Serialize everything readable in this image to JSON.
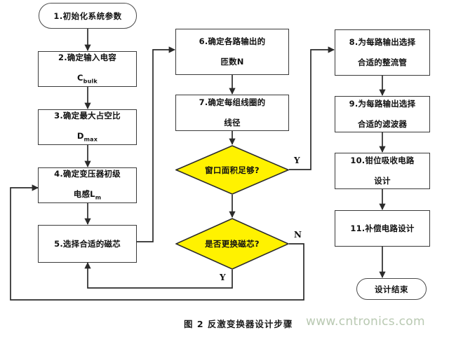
{
  "figure": {
    "caption": "图 2 反激变换器设计步骤",
    "watermark": "www.cntronics.com",
    "colors": {
      "decision_fill": "#FFF200",
      "stroke": "#3a3a3a",
      "box_fill": "#FFFFFF",
      "watermark": "#b9c9b2"
    }
  },
  "nodes": {
    "start": {
      "label": "1.初始化系统参数",
      "shape": "terminal"
    },
    "step2": {
      "line1": "2.确定输入电容",
      "line2_var": "C",
      "line2_sub": "bulk",
      "shape": "process"
    },
    "step3": {
      "line1": "3.确定最大占空比",
      "line2_var": "D",
      "line2_sub": "max",
      "shape": "process"
    },
    "step4": {
      "line1": "4.确定变压器初级",
      "line2": "电感",
      "line2_var": "L",
      "line2_sub": "m",
      "shape": "process"
    },
    "step5": {
      "label": "5.选择合适的磁芯",
      "shape": "process"
    },
    "step6": {
      "line1": "6.确定各路输出的",
      "line2": "匝数N",
      "shape": "process"
    },
    "step7": {
      "line1": "7.确定每组线圈的",
      "line2": "线径",
      "shape": "process"
    },
    "decision1": {
      "label": "窗口面积足够?",
      "shape": "decision"
    },
    "decision2": {
      "label": "是否更换磁芯?",
      "shape": "decision"
    },
    "step8": {
      "line1": "8.为每路输出选择",
      "line2": "合适的整流管",
      "shape": "process"
    },
    "step9": {
      "line1": "9.为每路输出选择",
      "line2": "合适的滤波器",
      "shape": "process"
    },
    "step10": {
      "line1": "10.钳位吸收电路",
      "line2": "设计",
      "shape": "process"
    },
    "step11": {
      "label": "11.补偿电路设计",
      "shape": "process"
    },
    "end": {
      "label": "设计结束",
      "shape": "terminal"
    }
  },
  "edge_labels": {
    "d1_yes": "Y",
    "d2_no": "N",
    "d2_yes": "Y"
  }
}
